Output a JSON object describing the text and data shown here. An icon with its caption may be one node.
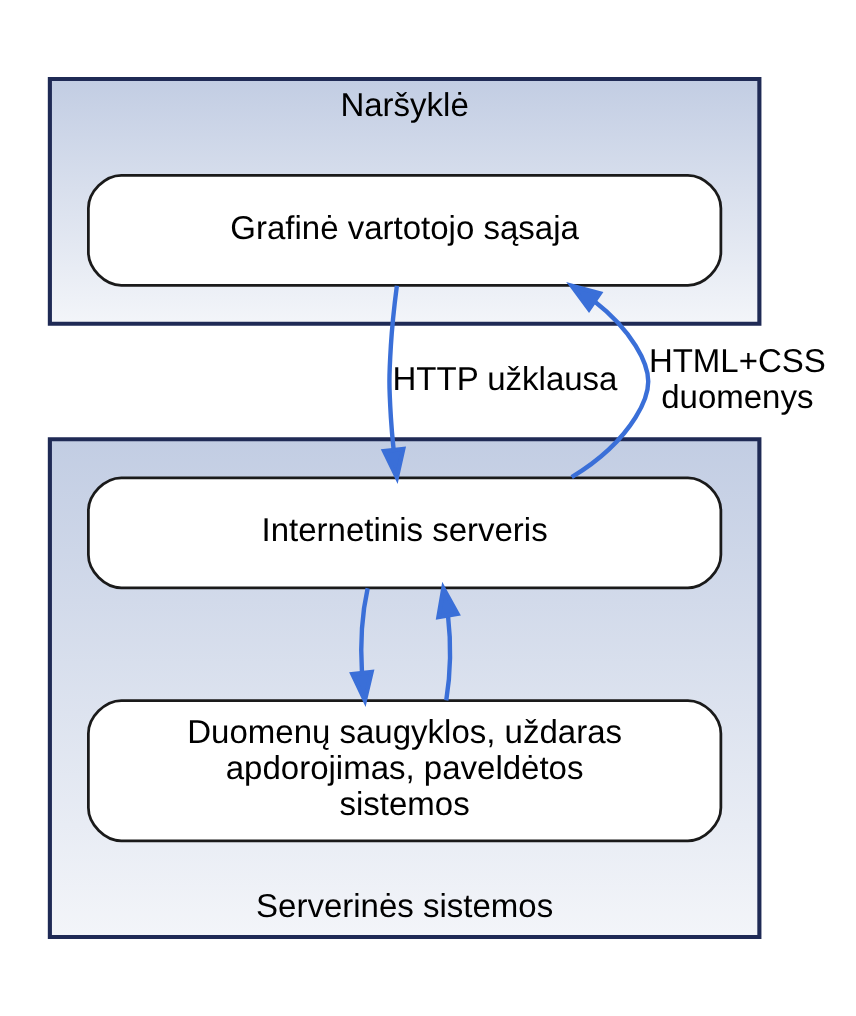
{
  "diagram": {
    "nodes": [
      {
        "text": [
          "Naršyklė"
        ]
      },
      {
        "text": [
          "Grafinė vartotojo sąsaja"
        ],
        "in": 0
      },
      {
        "text": [
          "Serverinės sistemos"
        ]
      },
      {
        "text": [
          "Internetinis serveris"
        ],
        "in": 2
      },
      {
        "text": [
          "Duomenų saugyklos, uždaras apdorojimas, paveldėtos sistemos"
        ],
        "in": 2
      }
    ],
    "edges": [
      {
        "from": 1,
        "to": 3,
        "arrow": "to",
        "label": "HTTP užklausa"
      },
      {
        "from": 3,
        "to": 1,
        "arrow": "to",
        "label": "HTML+CSS duomenys"
      },
      {
        "from": 3,
        "to": 4,
        "arrow": "to"
      },
      {
        "from": 4,
        "to": 3,
        "arrow": "to"
      }
    ]
  }
}
